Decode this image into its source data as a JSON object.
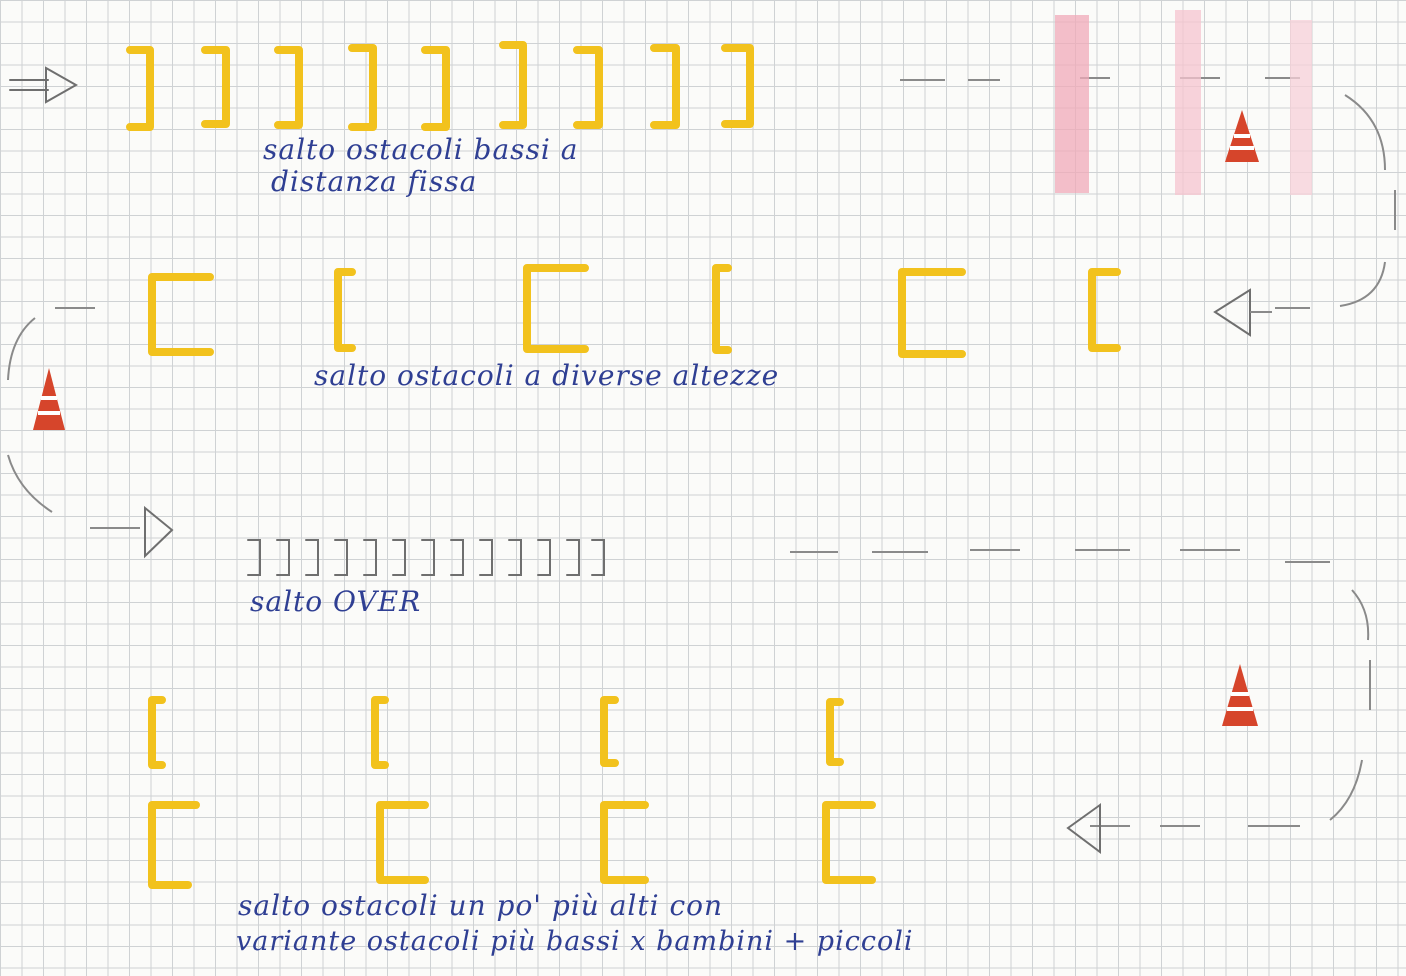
{
  "notes": {
    "row1_line1": "salto ostacoli bassi a",
    "row1_line2": "distanza fissa",
    "row2": "salto ostacoli a diverse altezze",
    "row3": "salto OVER",
    "row4_line1": "salto ostacoli un po' più alti con",
    "row4_line2": "variante ostacoli più bassi x bambini + piccoli"
  },
  "colors": {
    "hurdle": "#f2c21d",
    "ink": "#2f3f93",
    "pencil": "#777777",
    "cone": "#d6452b",
    "pink_bar": "#f0a9b8"
  },
  "icons": [
    "start-arrow-icon",
    "cone-icon",
    "direction-arrow-icon",
    "hurdle-icon"
  ]
}
